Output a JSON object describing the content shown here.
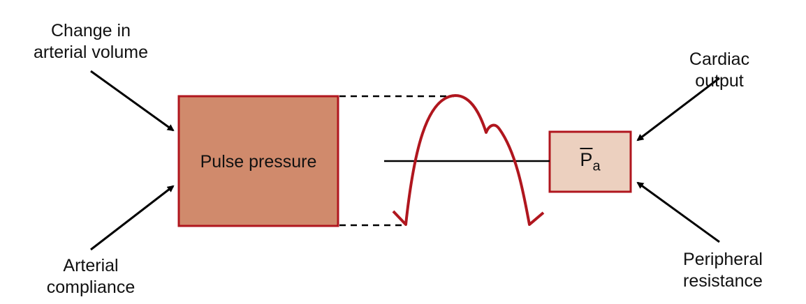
{
  "labels": {
    "change_in_volume": [
      "Change in",
      "arterial volume"
    ],
    "compliance": [
      "Arterial",
      "compliance"
    ],
    "cardiac_output": [
      "Cardiac",
      "output"
    ],
    "resistance": [
      "Peripheral",
      "resistance"
    ]
  },
  "boxes": {
    "pulse_pressure": "Pulse pressure",
    "mean_pressure_symbol": "P",
    "mean_pressure_subscript": "a"
  },
  "colors": {
    "curve": "#b0161e",
    "pulse_box_fill": "#d08a6c",
    "pa_box_fill": "#ecd0bf"
  }
}
